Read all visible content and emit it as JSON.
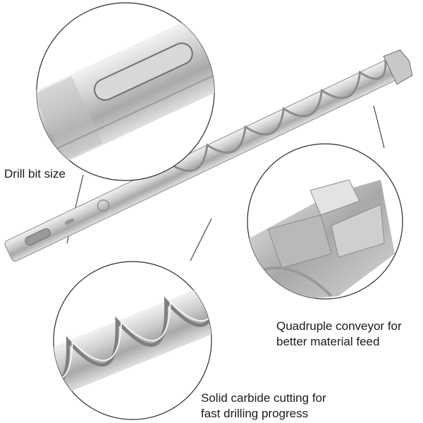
{
  "annotations": {
    "drill_bit_size": "Drill bit size",
    "conveyor_line1": "Quadruple conveyor for",
    "conveyor_line2": "better material feed",
    "carbide_line1": "Solid carbide cutting for",
    "carbide_line2": "fast drilling progress"
  },
  "colors": {
    "background": "#ffffff",
    "steel_light": "#e8e8e8",
    "steel_mid": "#b9b9b9",
    "steel_dark": "#7d7d7d",
    "outline": "#2b2b2b",
    "text": "#1a1a1a"
  }
}
